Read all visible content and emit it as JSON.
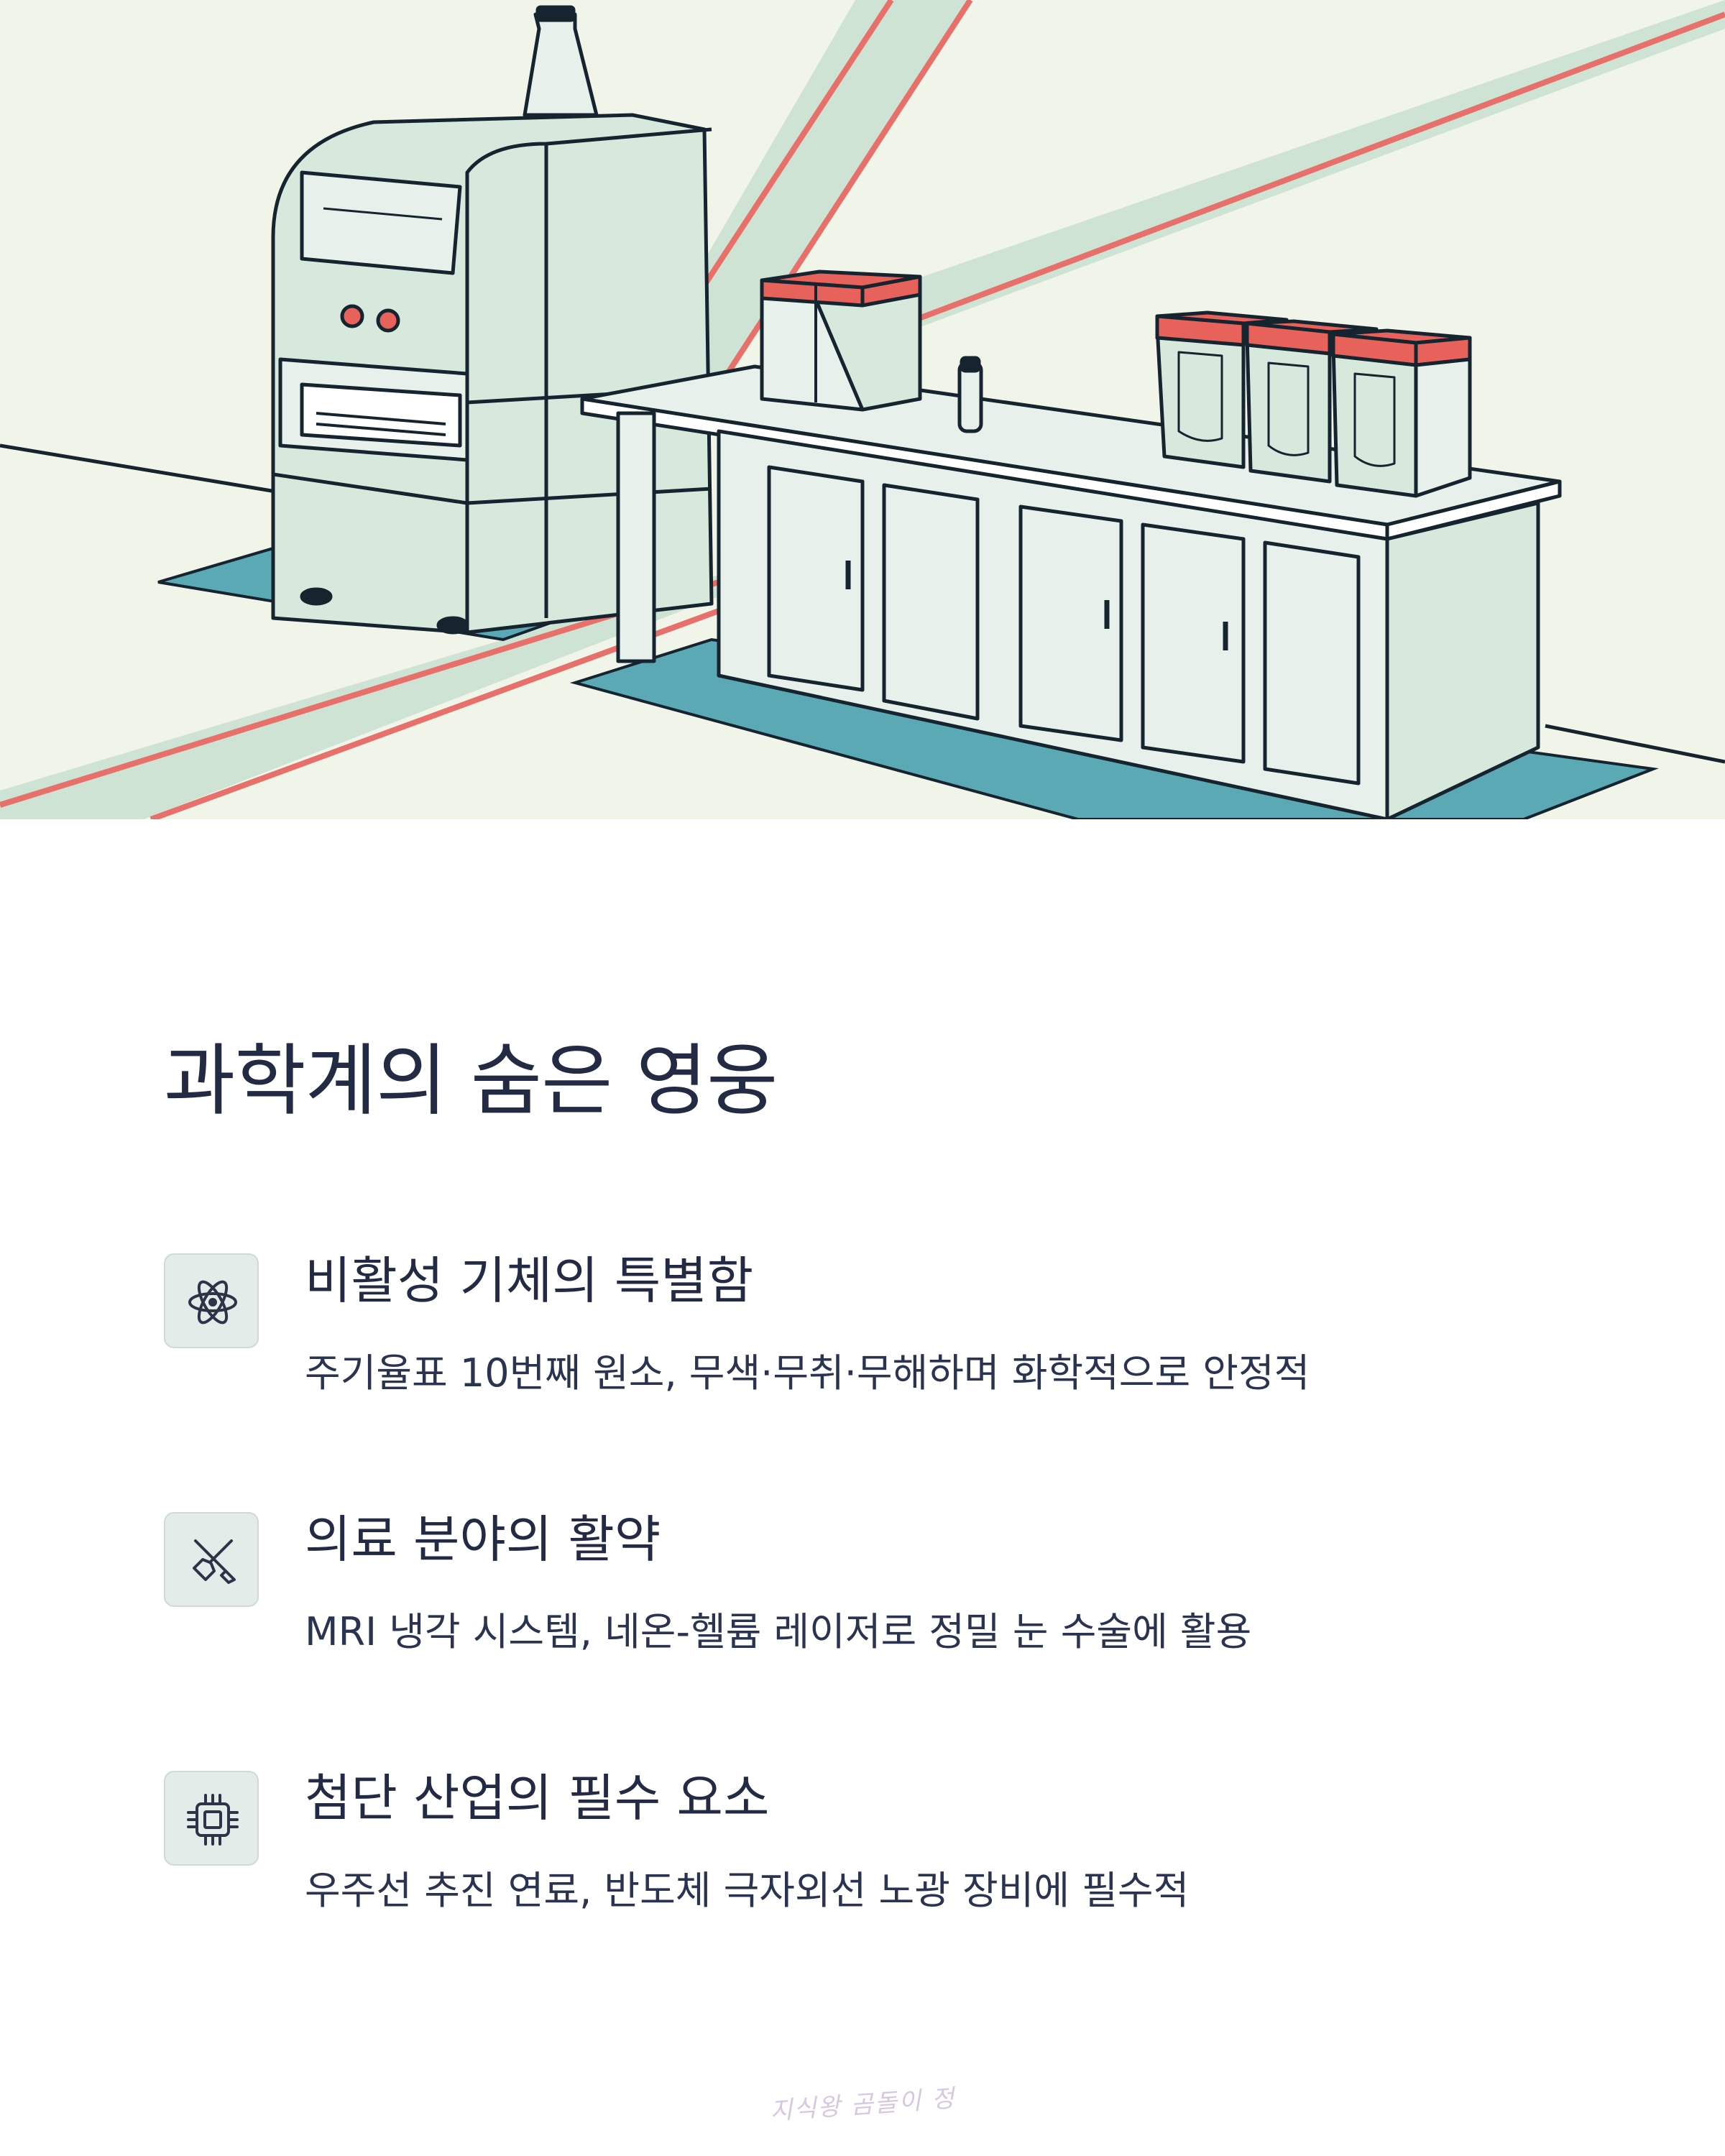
{
  "title": "과학계의 숨은 영웅",
  "colors": {
    "hero_bg": "#f1f4e8",
    "laser": "#e8706a",
    "beam": "#cfe3d5",
    "equipment_fill": "#d7e8dc",
    "floor_mat": "#5aa9b5",
    "cap": "#e8625c",
    "outline": "#15242f",
    "icon_bg": "#e3ece8",
    "text": "#232a44"
  },
  "features": [
    {
      "icon": "atom-icon",
      "title": "비활성 기체의 특별함",
      "description": "주기율표 10번째 원소, 무색·무취·무해하며 화학적으로 안정적"
    },
    {
      "icon": "surgical-tools-icon",
      "title": "의료 분야의 활약",
      "description": "MRI 냉각 시스템, 네온-헬륨 레이저로 정밀 눈 수술에 활용"
    },
    {
      "icon": "chip-icon",
      "title": "첨단 산업의 필수 요소",
      "description": "우주선 추진 연료, 반도체 극자외선 노광 장비에 필수적"
    }
  ],
  "watermark": "지식왕 곰돌이 정"
}
